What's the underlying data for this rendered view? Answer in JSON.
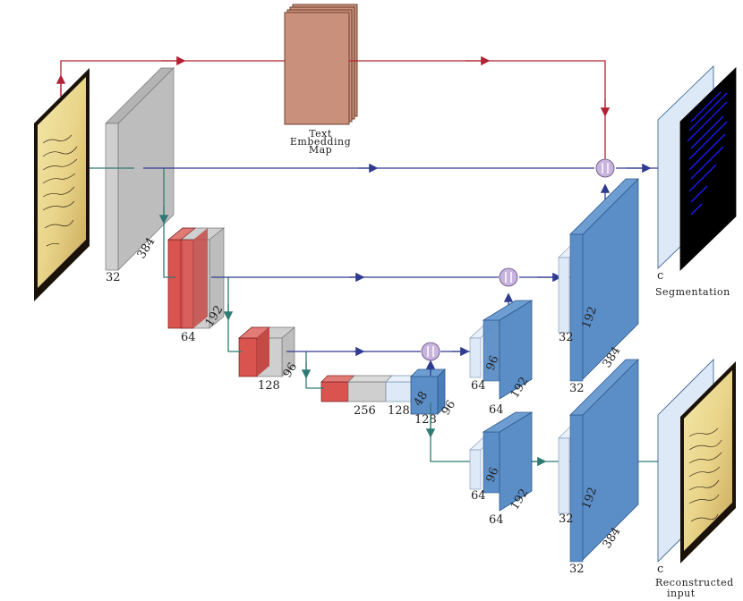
{
  "labels": {
    "text_embedding_map": [
      "Text",
      "Embedding",
      "Map"
    ],
    "segmentation": "Segmentation",
    "reconstructed_input": [
      "Reconstructed",
      "input"
    ]
  },
  "dims": {
    "encoder1_depth": "32",
    "encoder1_size": "384",
    "encoder2_depth": "64",
    "encoder2_size": "192",
    "encoder3_depth": "128",
    "encoder3_size": "96",
    "bottleneck_a": "256",
    "bottleneck_b": "128",
    "bottleneck_c": "128",
    "bottleneck_d": "48",
    "bottleneck_e": "96",
    "seg_dec3_depth": "64",
    "seg_dec3_inner": "96",
    "seg_dec3_size": "192",
    "seg_dec3_bottom": "64",
    "seg_dec2_depth": "32",
    "seg_dec2_inner": "192",
    "seg_dec2_size": "384",
    "seg_dec2_bottom": "32",
    "seg_out": "c",
    "rec_dec3_depth": "64",
    "rec_dec3_inner": "96",
    "rec_dec3_size": "192",
    "rec_dec3_bottom": "64",
    "rec_dec2_depth": "32",
    "rec_dec2_inner": "192",
    "rec_dec2_size": "384",
    "rec_dec2_bottom": "32",
    "rec_out": "c"
  },
  "colors": {
    "red_path": "#b22234",
    "blue_path": "#2f3b8f",
    "teal_path": "#2f7a74",
    "gray_block": "#c8c8c8",
    "red_block": "#d9534f",
    "blue_block": "#5b8ec7",
    "light_blue": "#dde9f6",
    "embedding": "#c9917b",
    "concat_node": "#c9b3df"
  }
}
